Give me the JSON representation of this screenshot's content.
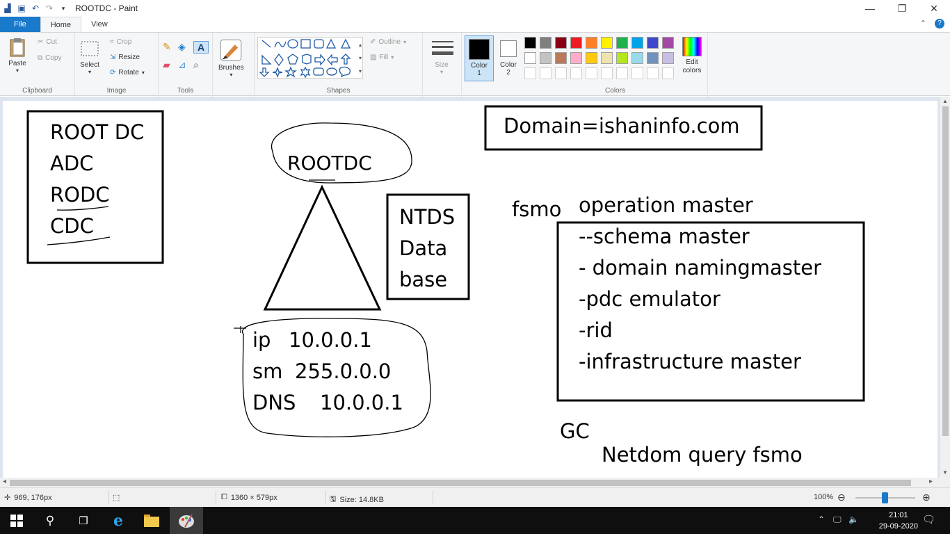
{
  "window": {
    "title": "ROOTDC - Paint"
  },
  "tabs": [
    {
      "label": "File"
    },
    {
      "label": "Home"
    },
    {
      "label": "View"
    }
  ],
  "ribbon": {
    "clipboard": {
      "group": "Clipboard",
      "paste": "Paste",
      "cut": "Cut",
      "copy": "Copy"
    },
    "image": {
      "group": "Image",
      "select": "Select",
      "crop": "Crop",
      "resize": "Resize",
      "rotate": "Rotate"
    },
    "tools": {
      "group": "Tools"
    },
    "brushes": {
      "label": "Brushes"
    },
    "shapes": {
      "group": "Shapes",
      "outline": "Outline",
      "fill": "Fill"
    },
    "size": {
      "label": "Size"
    },
    "color1": {
      "line1": "Color",
      "line2": "1",
      "value": "#000000"
    },
    "color2": {
      "line1": "Color",
      "line2": "2",
      "value": "#ffffff"
    },
    "colors": {
      "group": "Colors",
      "edit_line1": "Edit",
      "edit_line2": "colors",
      "row1": [
        "#000000",
        "#7f7f7f",
        "#880015",
        "#ed1c24",
        "#ff7f27",
        "#fff200",
        "#22b14c",
        "#00a2e8",
        "#3f48cc",
        "#a349a4"
      ],
      "row2": [
        "#ffffff",
        "#c3c3c3",
        "#b97a57",
        "#ffaec9",
        "#ffc90e",
        "#efe4b0",
        "#b5e61d",
        "#99d9ea",
        "#7092be",
        "#c8bfe7"
      ]
    }
  },
  "canvas": {
    "left_box": [
      "ROOT DC",
      "ADC",
      "RODC",
      "CDC"
    ],
    "cloud_label": "ROOTDC",
    "ntds_box": [
      "NTDS",
      "Data",
      "base"
    ],
    "domain_label": "Domain=ishaninfo.com",
    "fsmo_label": "fsmo",
    "operation_master_label": "operation master",
    "fsmo_roles": [
      "--schema master",
      "- domain namingmaster",
      "-pdc emulator",
      "-rid",
      "-infrastructure master"
    ],
    "ip_lines": [
      {
        "label": "ip",
        "value": "10.0.0.1"
      },
      {
        "label": "sm",
        "value": "255.0.0.0"
      },
      {
        "label": "DNS",
        "value": "10.0.0.1"
      }
    ],
    "gc_label": "GC",
    "netdom_label": "Netdom query fsmo"
  },
  "status": {
    "cursor_pos": "969, 176px",
    "canvas_size": "1360 × 579px",
    "file_size": "Size: 14.8KB",
    "zoom": "100%"
  },
  "taskbar": {
    "time": "21:01",
    "date": "29-09-2020"
  }
}
